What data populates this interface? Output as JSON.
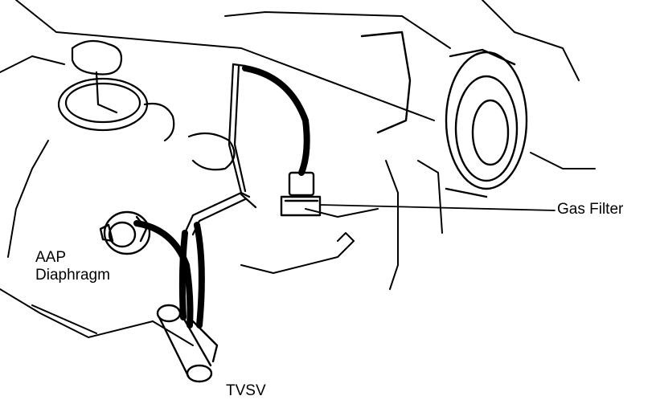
{
  "labels": {
    "gas_filter": "Gas Filter",
    "aap_line1": "AAP",
    "aap_line2": "Diaphragm",
    "tvsv": "TVSV"
  },
  "colors": {
    "ink": "#000000",
    "paper": "#ffffff"
  }
}
